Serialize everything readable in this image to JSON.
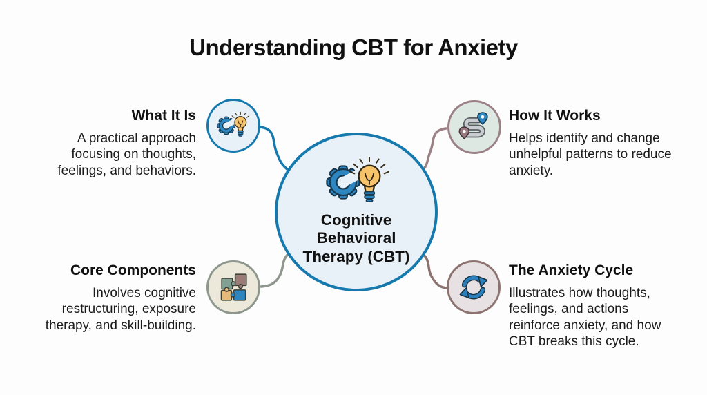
{
  "title": "Understanding CBT for Anxiety",
  "center": {
    "label": "Cognitive Behavioral Therapy (CBT)",
    "icon": "gear-lightbulb-icon"
  },
  "nodes": [
    {
      "id": "what-it-is",
      "position": "top-left",
      "heading": "What It Is",
      "body": "A practical approach focusing on thoughts, feelings, and behaviors.",
      "icon": "gear-lightbulb-icon"
    },
    {
      "id": "how-it-works",
      "position": "top-right",
      "heading": "How It Works",
      "body": "Helps identify and change unhelpful patterns to reduce anxiety.",
      "icon": "route-pins-icon"
    },
    {
      "id": "core-components",
      "position": "bottom-left",
      "heading": "Core Components",
      "body": "Involves cognitive restructuring, exposure therapy, and skill-building.",
      "icon": "puzzle-pieces-icon"
    },
    {
      "id": "the-anxiety-cycle",
      "position": "bottom-right",
      "heading": "The Anxiety Cycle",
      "body": "Illustrates how thoughts, feelings, and actions reinforce anxiety, and how CBT breaks this cycle.",
      "icon": "cycle-arrows-icon"
    }
  ],
  "colors": {
    "background": "#fdfdfd",
    "title_text": "#111111",
    "body_text": "#1b1b1b",
    "center_circle_fill": "#e9f1f8",
    "center_circle_border": "#1579ae",
    "what_it_is_circle_fill": "#e9f1f8",
    "what_it_is_circle_border": "#1579ae",
    "what_it_is_connector": "#1579ae",
    "how_it_works_circle_fill": "#dde8e2",
    "how_it_works_circle_border": "#9b8186",
    "how_it_works_connector": "#9b8186",
    "core_components_circle_fill": "#ece9da",
    "core_components_circle_border": "#8d978d",
    "core_components_connector": "#8d978d",
    "anxiety_cycle_circle_fill": "#e8e1e4",
    "anxiety_cycle_circle_border": "#8c7370",
    "anxiety_cycle_connector": "#8c7370",
    "icon_blue": "#2e86c1",
    "icon_yellow": "#f6c26a"
  }
}
